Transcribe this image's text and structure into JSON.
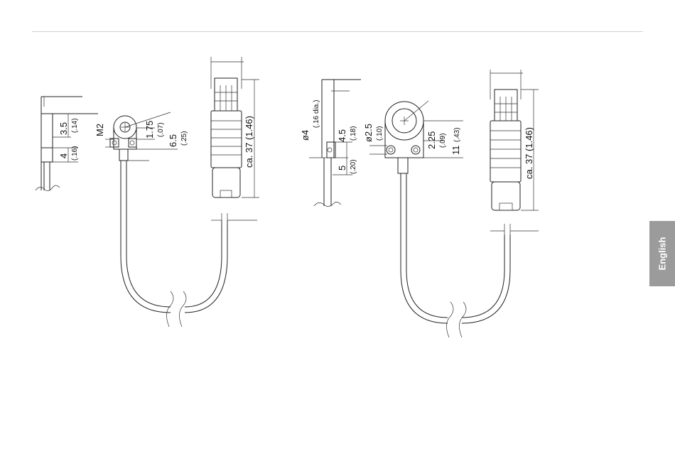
{
  "language_tab": {
    "label": "English"
  },
  "sensor_small": {
    "side_dims": [
      {
        "value": "3.5",
        "inch": "(.14)"
      },
      {
        "value": "4",
        "inch": "(.16)"
      }
    ],
    "front_dims": [
      {
        "value": "M2",
        "inch": ""
      },
      {
        "value": "1.75",
        "inch": "(.07)"
      },
      {
        "value": "6.5",
        "inch": "(.25)"
      }
    ],
    "connector_length": "ca. 37 (1.46)"
  },
  "sensor_large": {
    "side_dims": [
      {
        "value": "ø4",
        "inch": "(.16 dia.)"
      },
      {
        "value": "4.5",
        "inch": "(.18)"
      },
      {
        "value": "5",
        "inch": "(.20)"
      }
    ],
    "front_dims": [
      {
        "value": "ø2.5",
        "inch": "(.10)"
      },
      {
        "value": "2.25",
        "inch": "(.09)"
      },
      {
        "value": "11",
        "inch": "(.43)"
      }
    ],
    "connector_length": "ca. 37 (1.46)"
  }
}
